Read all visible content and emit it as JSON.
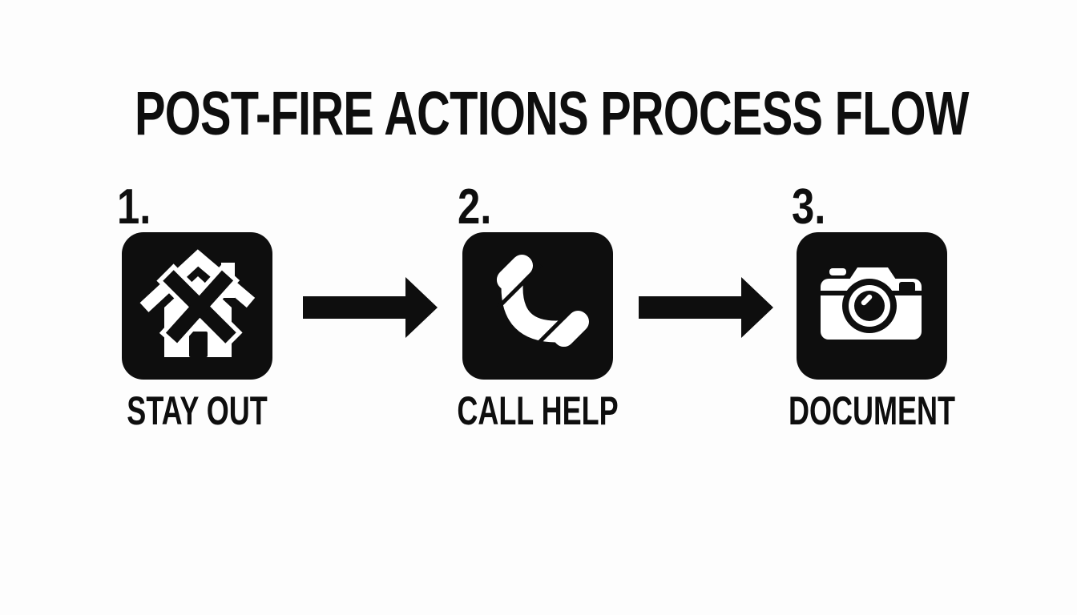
{
  "title": "POST-FIRE ACTIONS PROCESS FLOW",
  "steps": [
    {
      "number": "1.",
      "label": "STAY OUT",
      "icon": "house-crossed-out-icon"
    },
    {
      "number": "2.",
      "label": "CALL HELP",
      "icon": "phone-handset-icon"
    },
    {
      "number": "3.",
      "label": "DOCUMENT",
      "icon": "camera-icon"
    }
  ],
  "colors": {
    "background": "#fdfdfd",
    "foreground": "#0e0e0e",
    "icon_white": "#ffffff"
  }
}
